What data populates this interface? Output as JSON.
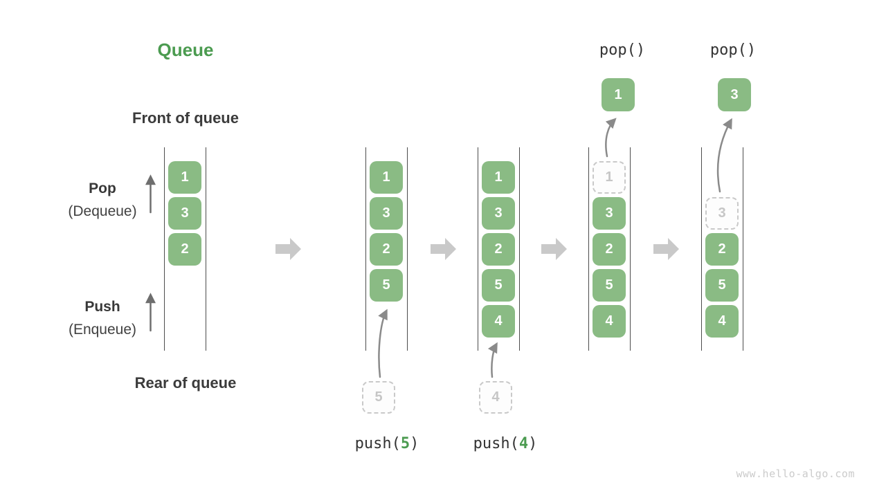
{
  "title": "Queue",
  "labels": {
    "front": "Front of queue",
    "rear": "Rear of queue",
    "pop_word": "Pop",
    "pop_sub": "(Dequeue)",
    "push_word": "Push",
    "push_sub": "(Enqueue)"
  },
  "columns": [
    {
      "cells": [
        {
          "value": "1"
        },
        {
          "value": "3"
        },
        {
          "value": "2"
        }
      ]
    },
    {
      "cells": [
        {
          "value": "1"
        },
        {
          "value": "3"
        },
        {
          "value": "2"
        },
        {
          "value": "5"
        }
      ]
    },
    {
      "cells": [
        {
          "value": "1"
        },
        {
          "value": "3"
        },
        {
          "value": "2"
        },
        {
          "value": "5"
        },
        {
          "value": "4"
        }
      ]
    },
    {
      "cells": [
        {
          "value": "1",
          "ghost": true
        },
        {
          "value": "3"
        },
        {
          "value": "2"
        },
        {
          "value": "5"
        },
        {
          "value": "4"
        }
      ]
    },
    {
      "cells": [
        {
          "value": "3",
          "ghost": true
        },
        {
          "value": "2"
        },
        {
          "value": "5"
        },
        {
          "value": "4"
        }
      ]
    }
  ],
  "operations": {
    "push5": {
      "fn": "push(",
      "arg": "5",
      "close": ")",
      "staged_value": "5"
    },
    "push4": {
      "fn": "push(",
      "arg": "4",
      "close": ")",
      "staged_value": "4"
    },
    "pop1": {
      "label": "pop()",
      "popped_value": "1"
    },
    "pop2": {
      "label": "pop()",
      "popped_value": "3"
    }
  },
  "watermark": "www.hello-algo.com",
  "colors": {
    "accent_green": "#4b9b50",
    "box_green": "#8abb84",
    "ghost_gray": "#c9c9c9",
    "curve_arrow_gray": "#8a8a8a",
    "side_arrow_gray": "#6e6e6e",
    "block_arrow_gray": "#c9c9c9",
    "text_dark": "#3b3b3b",
    "column_line": "#4c4c4c",
    "watermark_gray": "#cbcbcb"
  }
}
